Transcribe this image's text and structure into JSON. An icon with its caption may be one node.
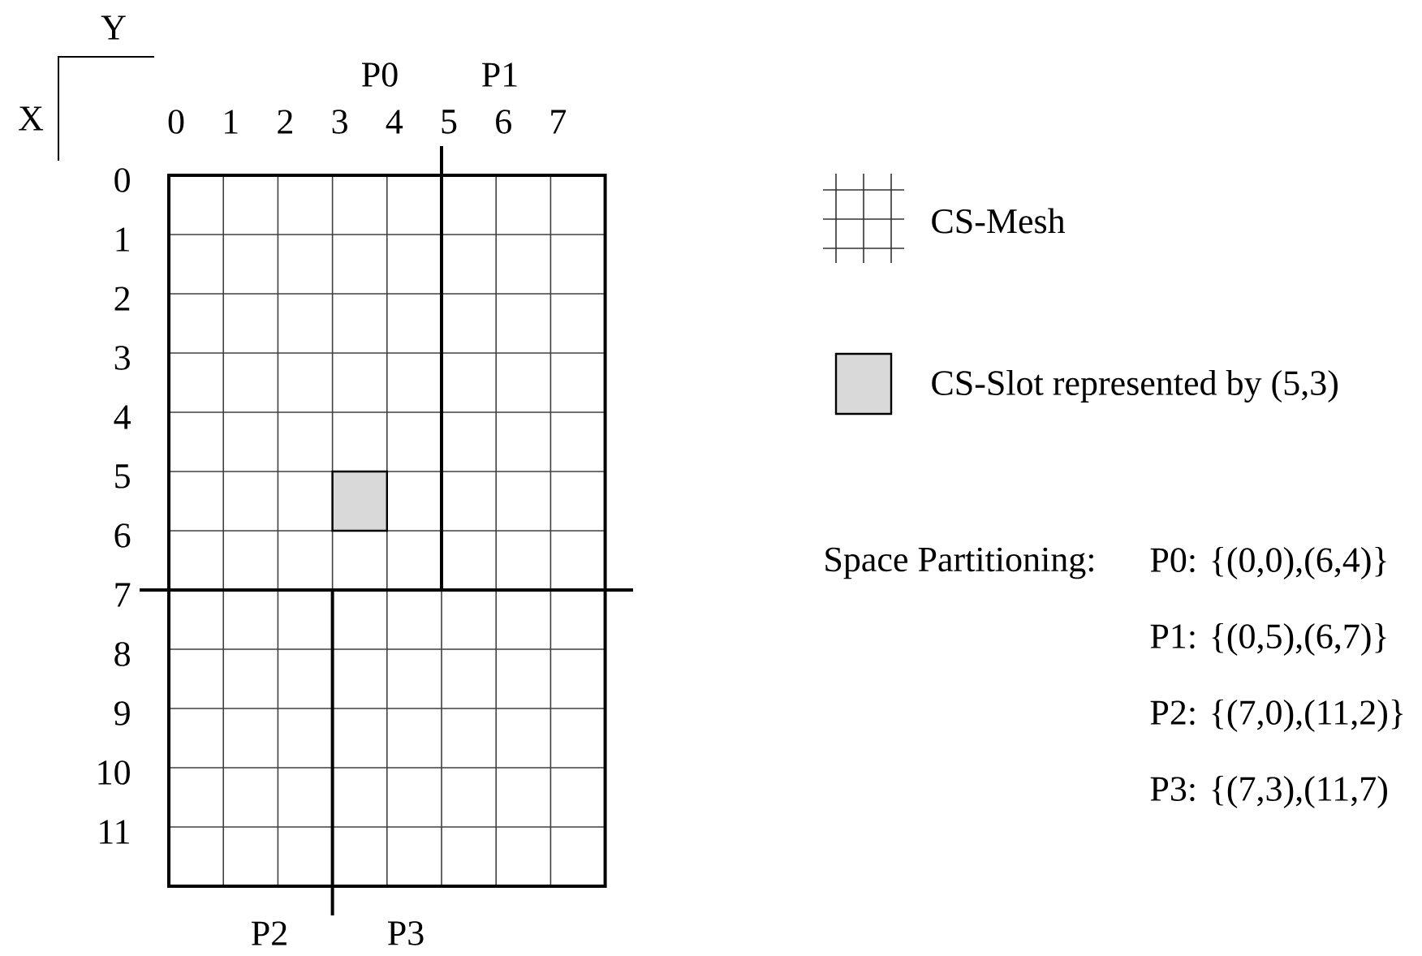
{
  "diagram": {
    "labels": [
      "Y",
      "P0",
      "P1",
      "X",
      "0",
      "1",
      "2",
      "3",
      "4",
      "5",
      "6",
      "7",
      "0",
      "1",
      "2",
      "3",
      "4",
      "5",
      "6",
      "7",
      "8",
      "9",
      "10",
      "11",
      "Space Partitioning:",
      "P0: {(0,0),(6,4)}",
      "P1: {(0,5),(6,7)}",
      "P2: {(7,0),(11,2)}",
      "P3: {(7,3),(11,7)",
      "P2",
      "P3"
    ],
    "legend": [
      {
        "text": "CS-Mesh"
      },
      {
        "text": "CS-Slot represented by (5,3)",
        "color": "#d9d9d9"
      }
    ]
  }
}
